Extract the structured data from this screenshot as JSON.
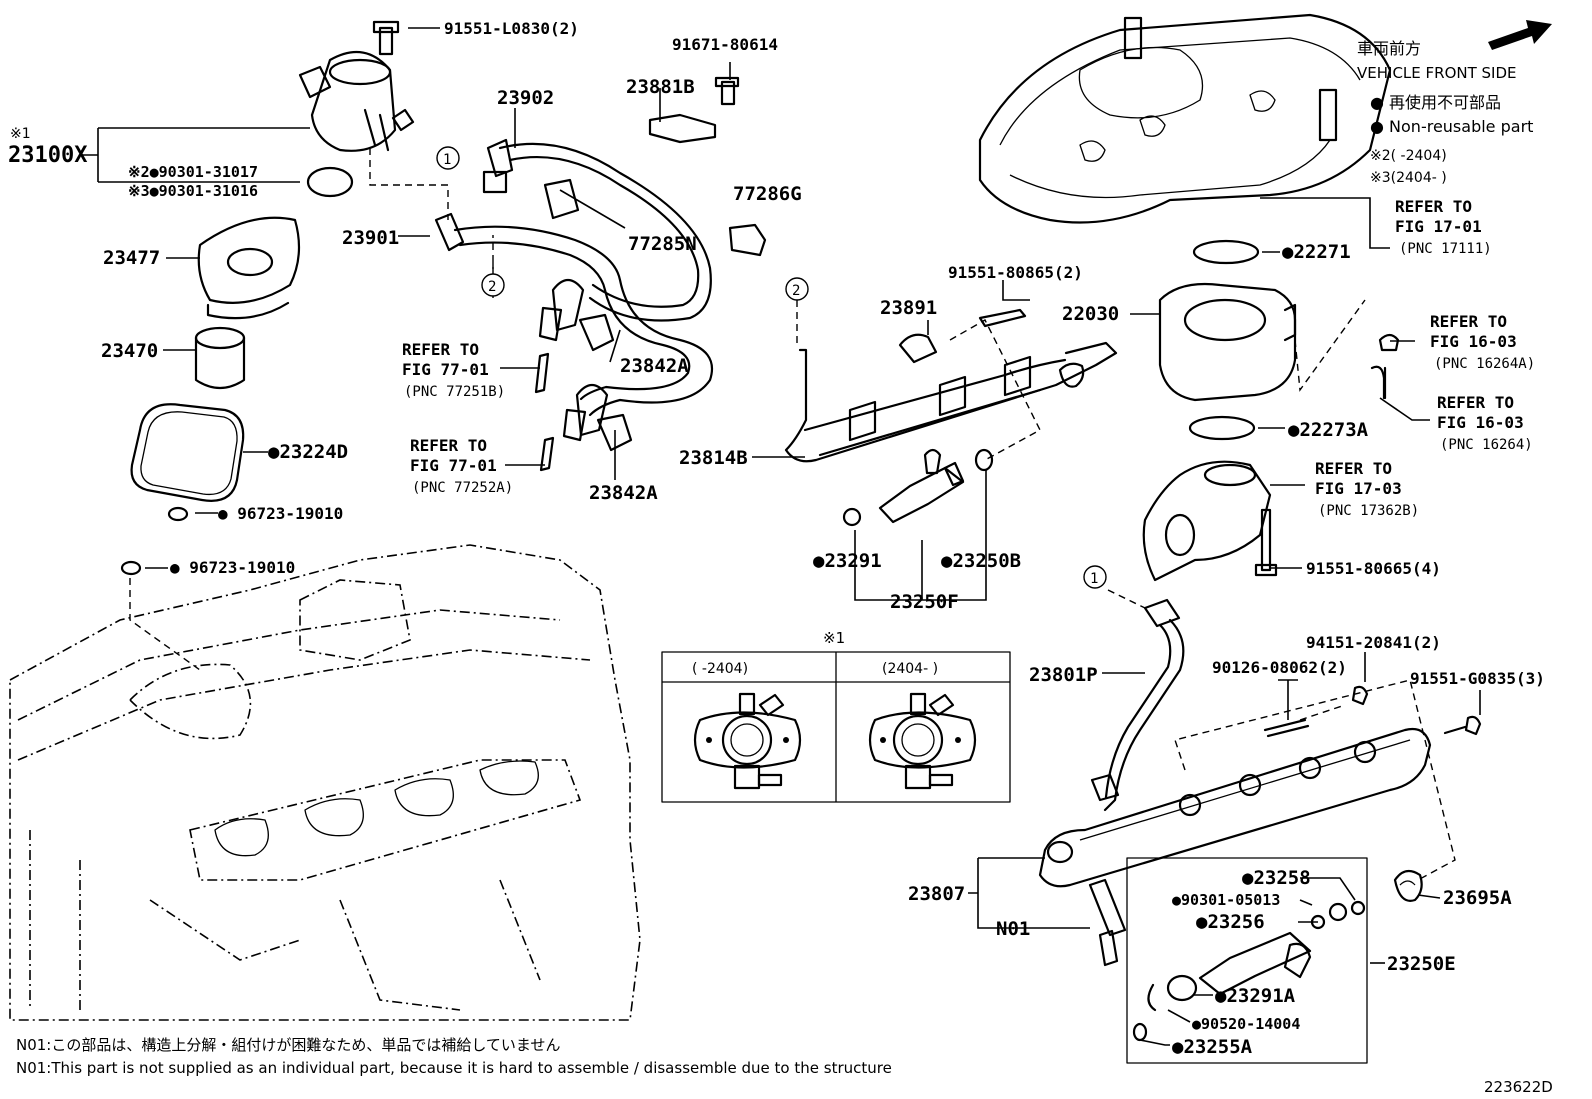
{
  "parts": {
    "p_91551_L0830": "91551-L0830(2)",
    "p_91671_80614": "91671-80614",
    "p_23881B": "23881B",
    "p_23902": "23902",
    "p_ast1": "※1",
    "p_23100X": "23100X",
    "p_90301_31017": "※2●90301-31017",
    "p_90301_31016": "※3●90301-31016",
    "p_77286G": "77286G",
    "p_23901": "23901",
    "p_77285N": "77285N",
    "p_23477": "23477",
    "p_23470": "23470",
    "p_23842A_1": "23842A",
    "p_23842A_2": "23842A",
    "p_23224D": "●23224D",
    "p_96723_19010_a": "● 96723-19010",
    "p_96723_19010_b": "● 96723-19010",
    "p_91551_80865": "91551-80865(2)",
    "p_23891": "23891",
    "p_23814B": "23814B",
    "p_23291": "●23291",
    "p_23250B": "●23250B",
    "p_23250F": "23250F",
    "p_22271": "●22271",
    "p_22030": "22030",
    "p_22273A": "●22273A",
    "p_91551_80665": "91551-80665(4)",
    "p_23801P": "23801P",
    "p_94151_20841": "94151-20841(2)",
    "p_90126_08062": "90126-08062(2)",
    "p_91551_G0835": "91551-G0835(3)",
    "p_23807": "23807",
    "p_N01": "N01",
    "p_23258": "●23258",
    "p_90301_05013": "●90301-05013",
    "p_23256": "●23256",
    "p_23250E": "23250E",
    "p_23291A": "●23291A",
    "p_90520_14004": "●90520-14004",
    "p_23255A": "●23255A",
    "p_23695A": "23695A"
  },
  "refs": {
    "r1_l1": "REFER TO",
    "r1_l2": "FIG 77-01",
    "r1_l3": "(PNC 77251B)",
    "r2_l1": "REFER TO",
    "r2_l2": "FIG 77-01",
    "r2_l3": "(PNC 77252A)",
    "r3_l1": "REFER TO",
    "r3_l2": "FIG 17-01",
    "r3_l3": "(PNC 17111)",
    "r4_l1": "REFER TO",
    "r4_l2": "FIG 16-03",
    "r4_l3": "(PNC 16264A)",
    "r5_l1": "REFER TO",
    "r5_l2": "FIG 16-03",
    "r5_l3": "(PNC 16264)",
    "r6_l1": "REFER TO",
    "r6_l2": "FIG 17-03",
    "r6_l3": "(PNC 17362B)"
  },
  "legend": {
    "front_jp": "車両前方",
    "front_en": "VEHICLE FRONT SIDE",
    "nonreuse_jp": "● 再使用不可部品",
    "nonreuse_en": "● Non-reusable part",
    "note2": "※2(      -2404)",
    "note3": "※3(2404-      )"
  },
  "inset": {
    "title": "※1",
    "col1": "(      -2404)",
    "col2": "(2404-      )"
  },
  "callouts": {
    "c1": "1",
    "c2": "2"
  },
  "footer": {
    "note_jp": "N01:この部品は、構造上分解・組付けが困難なため、単品では補給していません",
    "note_en": "N01:This part is not supplied as an individual part, because it is hard to assemble / disassemble due to the structure",
    "diagram_id": "223622D"
  }
}
